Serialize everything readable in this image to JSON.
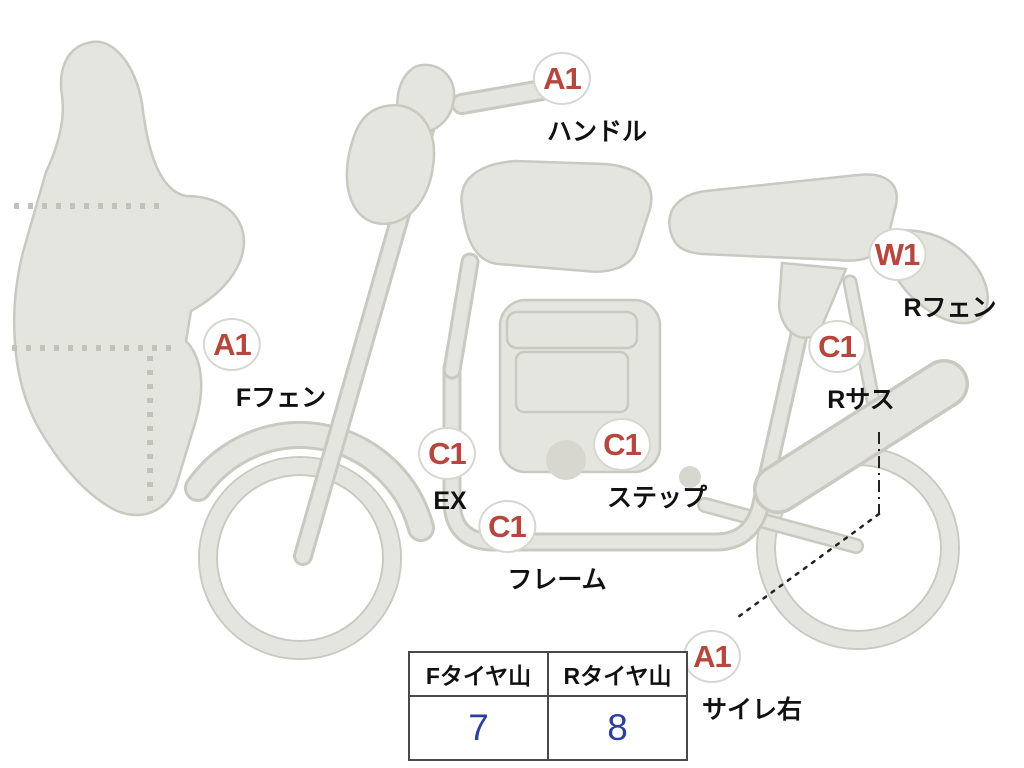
{
  "markers": [
    {
      "code": "A1",
      "label": "ハンドル"
    },
    {
      "code": "W1",
      "label": "Rフェン"
    },
    {
      "code": "A1",
      "label": "Fフェン"
    },
    {
      "code": "C1",
      "label": "Rサス"
    },
    {
      "code": "C1",
      "label": "EX"
    },
    {
      "code": "C1",
      "label": "ステップ"
    },
    {
      "code": "C1",
      "label": "フレーム"
    },
    {
      "code": "A1",
      "label": "サイレ右"
    }
  ],
  "tire_table": {
    "columns": [
      "Fタイヤ山",
      "Rタイヤ山"
    ],
    "values": [
      "7",
      "8"
    ]
  },
  "colors": {
    "marker_code": "#b5473e",
    "value_blue": "#2b3f9e",
    "sketch_fill": "#e5e5df",
    "sketch_line": "#c9c9c1",
    "table_border": "#4a4a4a"
  }
}
